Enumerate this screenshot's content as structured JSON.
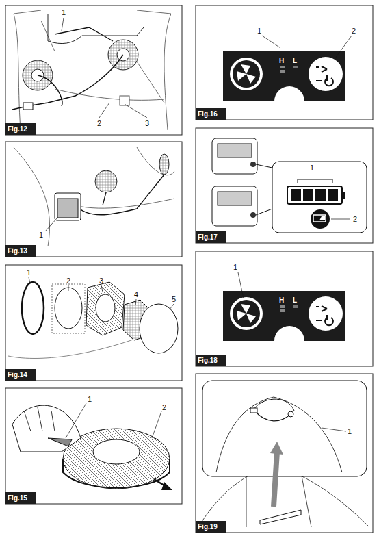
{
  "diagram": {
    "nodes": [
      {
        "text": [
          "Fig.12"
        ]
      },
      {
        "text": [
          "Fig.13"
        ]
      },
      {
        "text": [
          "Fig.14"
        ]
      },
      {
        "text": [
          "Fig.15"
        ]
      },
      {
        "text": [
          "H",
          "L"
        ]
      },
      {
        "text": [
          "Fig.16"
        ]
      },
      {
        "text": [
          "Fig.17"
        ]
      },
      {
        "text": [
          "H",
          "L"
        ]
      },
      {
        "text": [
          "Fig.18"
        ]
      },
      {
        "text": [
          "Fig.19"
        ]
      }
    ],
    "labels": [
      "1",
      "2",
      "3",
      "1",
      "1",
      "2",
      "3",
      "4",
      "5",
      "1",
      "2",
      "1",
      "2",
      "1",
      "2",
      "1",
      "1"
    ]
  }
}
